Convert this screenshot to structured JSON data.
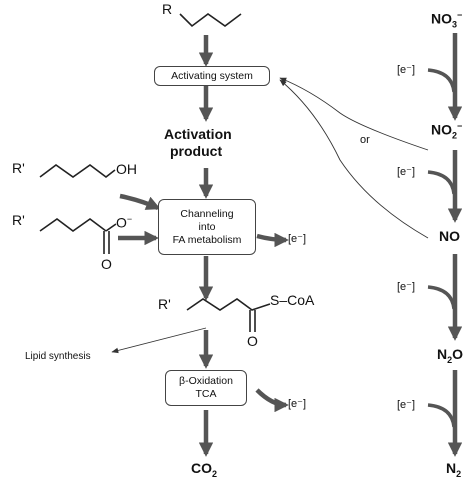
{
  "substrate": {
    "alkane_label": "R",
    "alcohol_label": "R'",
    "alcohol_group": "OH",
    "acid_label": "R'",
    "acid_anion": "O",
    "acid_charge": "−",
    "acid_oxo": "O"
  },
  "boxes": {
    "activating": "Activating system",
    "channeling_l1": "Channeling",
    "channeling_l2": "into",
    "channeling_l3": "FA metabolism",
    "boxidation_l1": "β-Oxidation",
    "boxidation_l2": "TCA"
  },
  "activation_product_l1": "Activation",
  "activation_product_l2": "product",
  "electron": "[e⁻]",
  "acyl_coa": {
    "r_label": "R'",
    "thioester": "S–CoA",
    "oxo": "O"
  },
  "lipid_synthesis": "Lipid synthesis",
  "co2": {
    "main": "CO",
    "sub": "2"
  },
  "or_label": "or",
  "denitrification": {
    "nitrate": {
      "main": "NO",
      "sub": "3",
      "sup": "−"
    },
    "nitrite": {
      "main": "NO",
      "sub": "2",
      "sup": "−"
    },
    "nitric_oxide": "NO",
    "nitrous_oxide": {
      "pre": "N",
      "sub": "2",
      "post": "O"
    },
    "dinitrogen": {
      "main": "N",
      "sub": "2"
    },
    "electron": "[e⁻]"
  }
}
